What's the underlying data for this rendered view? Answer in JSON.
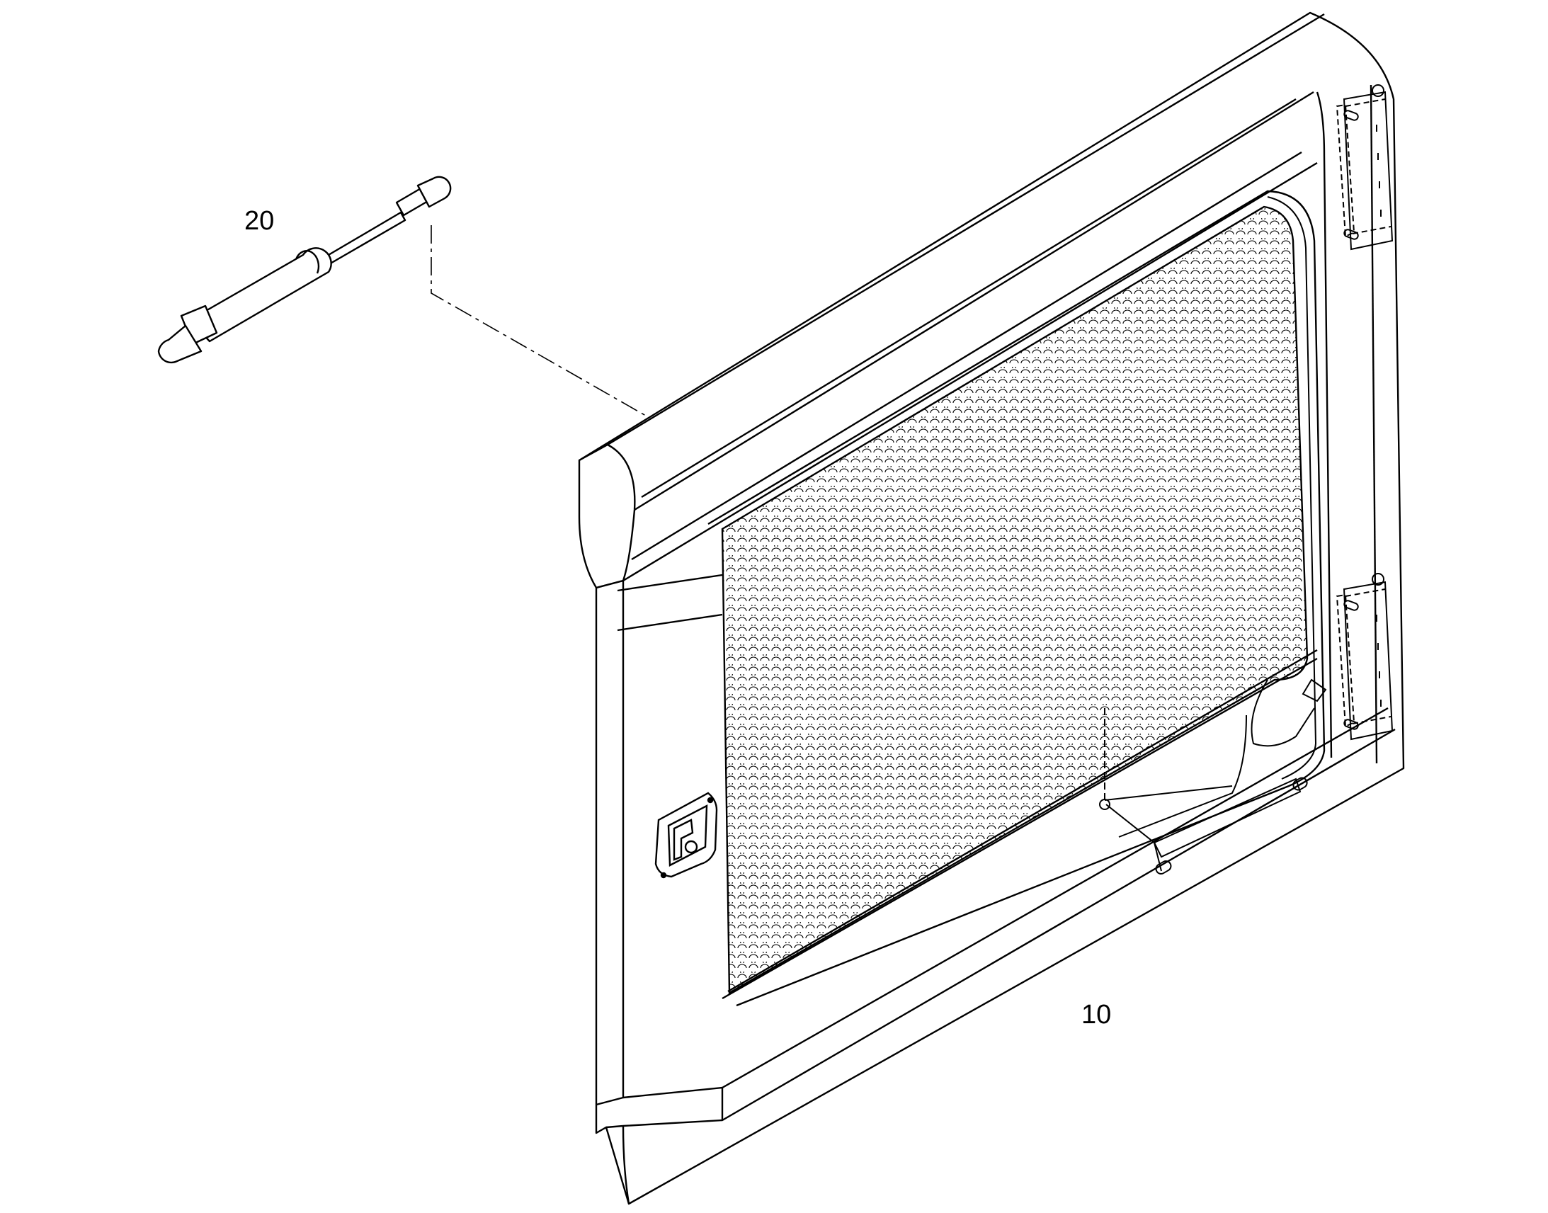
{
  "diagram": {
    "callouts": [
      {
        "id": "part-20",
        "label": "20",
        "part": "gas-strut"
      },
      {
        "id": "part-10",
        "label": "10",
        "part": "door-panel"
      }
    ],
    "colors": {
      "line": "#000000",
      "background": "#ffffff"
    }
  }
}
